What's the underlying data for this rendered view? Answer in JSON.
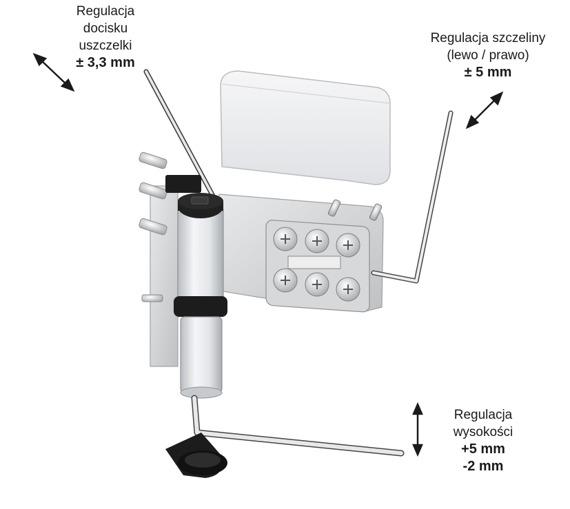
{
  "labels": {
    "seal_pressure": {
      "lines": [
        "Regulacja",
        "docisku",
        "uszczelki"
      ],
      "value": "± 3,3 mm"
    },
    "gap": {
      "lines": [
        "Regulacja szczeliny",
        "(lewo / prawo)"
      ],
      "value": "± 5 mm"
    },
    "height": {
      "lines": [
        "Regulacja",
        "wysokości"
      ],
      "values": [
        "+5 mm",
        "-2 mm"
      ]
    }
  },
  "colors": {
    "text": "#1a1a1a",
    "metal": "#dcdfe3",
    "metal_shadow": "#9aa0a6",
    "black_part": "#1c1c1c",
    "plate": "#c9c9c5"
  },
  "icons": [
    "double-arrow-diagonal-icon",
    "double-arrow-diagonal-icon",
    "double-arrow-vertical-icon"
  ]
}
